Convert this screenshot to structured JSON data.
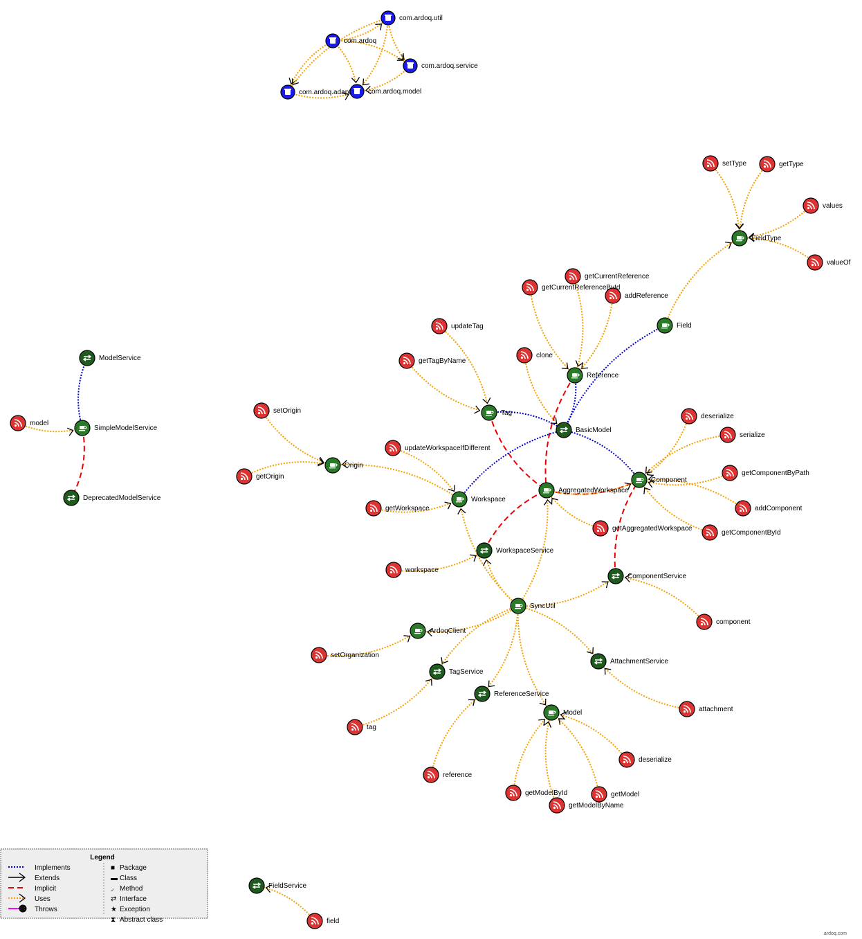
{
  "colors": {
    "implements": "#0000cc",
    "extends": "#000000",
    "implicit": "#ee0000",
    "uses": "#f5a000",
    "throws": "#ff00ff",
    "package": "#1a1aee",
    "class": "#2a7a2a",
    "interface": "#1f5a1f",
    "method": "#dd3333"
  },
  "nodes": [
    {
      "id": "com.ardoq.util",
      "type": "package",
      "label": "com.ardoq.util"
    },
    {
      "id": "com.ardoq",
      "type": "package",
      "label": "com.ardoq"
    },
    {
      "id": "com.ardoq.service",
      "type": "package",
      "label": "com.ardoq.service"
    },
    {
      "id": "com.ardoq.adapt",
      "type": "package",
      "label": "com.ardoq.adapt"
    },
    {
      "id": "com.ardoq.model",
      "type": "package",
      "label": "com.ardoq.model"
    },
    {
      "id": "setType",
      "type": "method",
      "label": "setType"
    },
    {
      "id": "getType",
      "type": "method",
      "label": "getType"
    },
    {
      "id": "values",
      "type": "method",
      "label": "values"
    },
    {
      "id": "FieldType",
      "type": "class",
      "label": "FieldType"
    },
    {
      "id": "valueOf",
      "type": "method",
      "label": "valueOf"
    },
    {
      "id": "getCurrentReference",
      "type": "method",
      "label": "getCurrentReference"
    },
    {
      "id": "getCurrentReferenceById",
      "type": "method",
      "label": "getCurrentReferenceById"
    },
    {
      "id": "addReference",
      "type": "method",
      "label": "addReference"
    },
    {
      "id": "Field",
      "type": "class",
      "label": "Field"
    },
    {
      "id": "updateTag",
      "type": "method",
      "label": "updateTag"
    },
    {
      "id": "clone",
      "type": "method",
      "label": "clone"
    },
    {
      "id": "getTagByName",
      "type": "method",
      "label": "getTagByName"
    },
    {
      "id": "Reference",
      "type": "class",
      "label": "Reference"
    },
    {
      "id": "ModelService",
      "type": "interface",
      "label": "ModelService"
    },
    {
      "id": "setOrigin",
      "type": "method",
      "label": "setOrigin"
    },
    {
      "id": "Tag",
      "type": "class",
      "label": "Tag"
    },
    {
      "id": "deserialize1",
      "type": "method",
      "label": "deserialize"
    },
    {
      "id": "BasicModel",
      "type": "interface",
      "label": "BasicModel"
    },
    {
      "id": "serialize",
      "type": "method",
      "label": "serialize"
    },
    {
      "id": "model",
      "type": "method",
      "label": "model"
    },
    {
      "id": "SimpleModelService",
      "type": "class",
      "label": "SimpleModelService"
    },
    {
      "id": "updateWorkspaceIfDifferent",
      "type": "method",
      "label": "updateWorkspaceIfDifferent"
    },
    {
      "id": "Origin",
      "type": "class",
      "label": "Origin"
    },
    {
      "id": "getOrigin",
      "type": "method",
      "label": "getOrigin"
    },
    {
      "id": "getComponentByPath",
      "type": "method",
      "label": "getComponentByPath"
    },
    {
      "id": "Component",
      "type": "class",
      "label": "Component"
    },
    {
      "id": "AggregatedWorkspace",
      "type": "class",
      "label": "AggregatedWorkspace"
    },
    {
      "id": "DeprecatedModelService",
      "type": "interface",
      "label": "DeprecatedModelService"
    },
    {
      "id": "Workspace",
      "type": "class",
      "label": "Workspace"
    },
    {
      "id": "getWorkspace",
      "type": "method",
      "label": "getWorkspace"
    },
    {
      "id": "addComponent",
      "type": "method",
      "label": "addComponent"
    },
    {
      "id": "getAggregatedWorkspace",
      "type": "method",
      "label": "getAggregatedWorkspace"
    },
    {
      "id": "getComponentById",
      "type": "method",
      "label": "getComponentById"
    },
    {
      "id": "WorkspaceService",
      "type": "interface",
      "label": "WorkspaceService"
    },
    {
      "id": "workspace",
      "type": "method",
      "label": "workspace"
    },
    {
      "id": "ComponentService",
      "type": "interface",
      "label": "ComponentService"
    },
    {
      "id": "SyncUtil",
      "type": "class",
      "label": "SyncUtil"
    },
    {
      "id": "component",
      "type": "method",
      "label": "component"
    },
    {
      "id": "ArdoqClient",
      "type": "class",
      "label": "ArdoqClient"
    },
    {
      "id": "setOrganization",
      "type": "method",
      "label": "setOrganization"
    },
    {
      "id": "AttachmentService",
      "type": "interface",
      "label": "AttachmentService"
    },
    {
      "id": "TagService",
      "type": "interface",
      "label": "TagService"
    },
    {
      "id": "ReferenceService",
      "type": "interface",
      "label": "ReferenceService"
    },
    {
      "id": "Model",
      "type": "class",
      "label": "Model"
    },
    {
      "id": "attachment",
      "type": "method",
      "label": "attachment"
    },
    {
      "id": "tag",
      "type": "method",
      "label": "tag"
    },
    {
      "id": "deserialize2",
      "type": "method",
      "label": "deserialize"
    },
    {
      "id": "reference",
      "type": "method",
      "label": "reference"
    },
    {
      "id": "getModelById",
      "type": "method",
      "label": "getModelById"
    },
    {
      "id": "getModel",
      "type": "method",
      "label": "getModel"
    },
    {
      "id": "getModelByName",
      "type": "method",
      "label": "getModelByName"
    },
    {
      "id": "FieldService",
      "type": "interface",
      "label": "FieldService"
    },
    {
      "id": "field",
      "type": "method",
      "label": "field"
    }
  ],
  "edges": [
    {
      "from": "com.ardoq",
      "to": "com.ardoq.util",
      "type": "uses"
    },
    {
      "from": "com.ardoq",
      "to": "com.ardoq.service",
      "type": "uses"
    },
    {
      "from": "com.ardoq",
      "to": "com.ardoq.adapt",
      "type": "uses"
    },
    {
      "from": "com.ardoq",
      "to": "com.ardoq.model",
      "type": "uses"
    },
    {
      "from": "com.ardoq.util",
      "to": "com.ardoq.service",
      "type": "uses"
    },
    {
      "from": "com.ardoq.util",
      "to": "com.ardoq.model",
      "type": "uses"
    },
    {
      "from": "com.ardoq.util",
      "to": "com.ardoq.adapt",
      "type": "uses"
    },
    {
      "from": "com.ardoq.service",
      "to": "com.ardoq.model",
      "type": "uses"
    },
    {
      "from": "com.ardoq.adapt",
      "to": "com.ardoq.model",
      "type": "uses"
    },
    {
      "from": "setType",
      "to": "FieldType",
      "type": "uses"
    },
    {
      "from": "getType",
      "to": "FieldType",
      "type": "uses"
    },
    {
      "from": "values",
      "to": "FieldType",
      "type": "uses"
    },
    {
      "from": "valueOf",
      "to": "FieldType",
      "type": "uses"
    },
    {
      "from": "Field",
      "to": "FieldType",
      "type": "uses"
    },
    {
      "from": "Field",
      "to": "BasicModel",
      "type": "implements"
    },
    {
      "from": "getCurrentReference",
      "to": "Reference",
      "type": "uses"
    },
    {
      "from": "getCurrentReferenceById",
      "to": "Reference",
      "type": "uses"
    },
    {
      "from": "addReference",
      "to": "Reference",
      "type": "uses"
    },
    {
      "from": "clone",
      "to": "BasicModel",
      "type": "uses"
    },
    {
      "from": "Reference",
      "to": "BasicModel",
      "type": "implements"
    },
    {
      "from": "Reference",
      "to": "AggregatedWorkspace",
      "type": "implicit"
    },
    {
      "from": "updateTag",
      "to": "Tag",
      "type": "uses"
    },
    {
      "from": "getTagByName",
      "to": "Tag",
      "type": "uses"
    },
    {
      "from": "Tag",
      "to": "BasicModel",
      "type": "implements"
    },
    {
      "from": "Tag",
      "to": "AggregatedWorkspace",
      "type": "implicit"
    },
    {
      "from": "SimpleModelService",
      "to": "ModelService",
      "type": "implements"
    },
    {
      "from": "model",
      "to": "SimpleModelService",
      "type": "uses"
    },
    {
      "from": "SimpleModelService",
      "to": "DeprecatedModelService",
      "type": "implicit"
    },
    {
      "from": "setOrigin",
      "to": "Origin",
      "type": "uses"
    },
    {
      "from": "getOrigin",
      "to": "Origin",
      "type": "uses"
    },
    {
      "from": "Workspace",
      "to": "Origin",
      "type": "uses"
    },
    {
      "from": "updateWorkspaceIfDifferent",
      "to": "Workspace",
      "type": "uses"
    },
    {
      "from": "getWorkspace",
      "to": "Workspace",
      "type": "uses"
    },
    {
      "from": "Workspace",
      "to": "BasicModel",
      "type": "implements"
    },
    {
      "from": "Component",
      "to": "BasicModel",
      "type": "implements"
    },
    {
      "from": "deserialize1",
      "to": "Component",
      "type": "uses"
    },
    {
      "from": "serialize",
      "to": "Component",
      "type": "uses"
    },
    {
      "from": "getComponentByPath",
      "to": "Component",
      "type": "uses"
    },
    {
      "from": "addComponent",
      "to": "Component",
      "type": "uses"
    },
    {
      "from": "getComponentById",
      "to": "Component",
      "type": "uses"
    },
    {
      "from": "AggregatedWorkspace",
      "to": "Component",
      "type": "implicit"
    },
    {
      "from": "getAggregatedWorkspace",
      "to": "AggregatedWorkspace",
      "type": "uses"
    },
    {
      "from": "AggregatedWorkspace",
      "to": "Component",
      "type": "uses"
    },
    {
      "from": "WorkspaceService",
      "to": "AggregatedWorkspace",
      "type": "implicit"
    },
    {
      "from": "workspace",
      "to": "WorkspaceService",
      "type": "uses"
    },
    {
      "from": "ComponentService",
      "to": "Component",
      "type": "implicit"
    },
    {
      "from": "component",
      "to": "ComponentService",
      "type": "uses"
    },
    {
      "from": "SyncUtil",
      "to": "Workspace",
      "type": "uses"
    },
    {
      "from": "SyncUtil",
      "to": "AggregatedWorkspace",
      "type": "uses"
    },
    {
      "from": "SyncUtil",
      "to": "WorkspaceService",
      "type": "uses"
    },
    {
      "from": "SyncUtil",
      "to": "ComponentService",
      "type": "uses"
    },
    {
      "from": "SyncUtil",
      "to": "ArdoqClient",
      "type": "uses"
    },
    {
      "from": "SyncUtil",
      "to": "TagService",
      "type": "uses"
    },
    {
      "from": "SyncUtil",
      "to": "ReferenceService",
      "type": "uses"
    },
    {
      "from": "SyncUtil",
      "to": "Model",
      "type": "uses"
    },
    {
      "from": "SyncUtil",
      "to": "AttachmentService",
      "type": "uses"
    },
    {
      "from": "setOrganization",
      "to": "ArdoqClient",
      "type": "uses"
    },
    {
      "from": "attachment",
      "to": "AttachmentService",
      "type": "uses"
    },
    {
      "from": "tag",
      "to": "TagService",
      "type": "uses"
    },
    {
      "from": "reference",
      "to": "ReferenceService",
      "type": "uses"
    },
    {
      "from": "deserialize2",
      "to": "Model",
      "type": "uses"
    },
    {
      "from": "getModelById",
      "to": "Model",
      "type": "uses"
    },
    {
      "from": "getModel",
      "to": "Model",
      "type": "uses"
    },
    {
      "from": "getModelByName",
      "to": "Model",
      "type": "uses"
    },
    {
      "from": "field",
      "to": "FieldService",
      "type": "uses"
    }
  ],
  "legend": {
    "title": "Legend",
    "edge_types": [
      {
        "key": "implements",
        "label": "Implements"
      },
      {
        "key": "extends",
        "label": "Extends"
      },
      {
        "key": "implicit",
        "label": "Implicit"
      },
      {
        "key": "uses",
        "label": "Uses"
      },
      {
        "key": "throws",
        "label": "Throws"
      }
    ],
    "node_types": [
      {
        "icon": "package-icon",
        "label": "Package"
      },
      {
        "icon": "class-icon",
        "label": "Class"
      },
      {
        "icon": "method-icon",
        "label": "Method"
      },
      {
        "icon": "interface-icon",
        "label": "Interface"
      },
      {
        "icon": "exception-icon",
        "label": "Exception"
      },
      {
        "icon": "abstract-class-icon",
        "label": "Abstract class"
      }
    ]
  },
  "watermark": "ardoq.com"
}
